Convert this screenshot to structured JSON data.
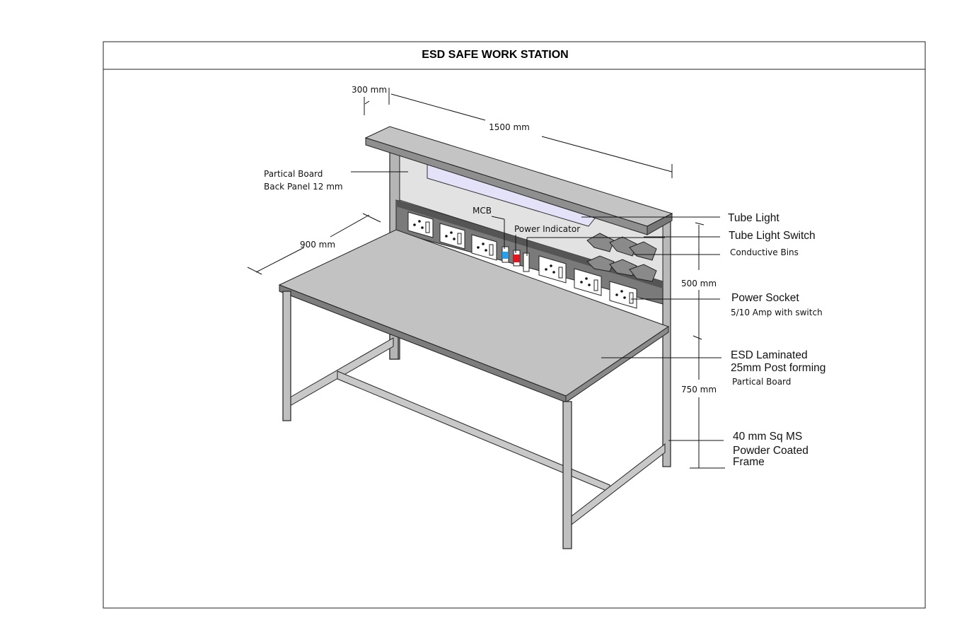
{
  "title": "ESD SAFE WORK STATION",
  "dimensions": {
    "depth_shelf": "300 mm",
    "length": "1500 mm",
    "depth_table": "900 mm",
    "panel_height": "500 mm",
    "table_height": "750 mm"
  },
  "labels": {
    "back_panel_line1": "Partical Board",
    "back_panel_line2": "Back Panel 12 mm",
    "mcb": "MCB",
    "power_indicator": "Power Indicator",
    "tube_light": "Tube Light",
    "tube_light_switch": "Tube Light Switch",
    "conductive_bins": "Conductive Bins",
    "power_socket": "Power Socket",
    "power_socket_sub": "5/10 Amp with switch",
    "top_line1": "ESD Laminated",
    "top_line2": "25mm Post forming",
    "top_line3": "Partical Board",
    "frame_line1": "40 mm Sq MS",
    "frame_line2": "Powder Coated",
    "frame_line3": "Frame"
  },
  "colors": {
    "mcb": "#2aa0e8",
    "indicator": "#e8141e",
    "tube_light": "#e4e2f8"
  }
}
